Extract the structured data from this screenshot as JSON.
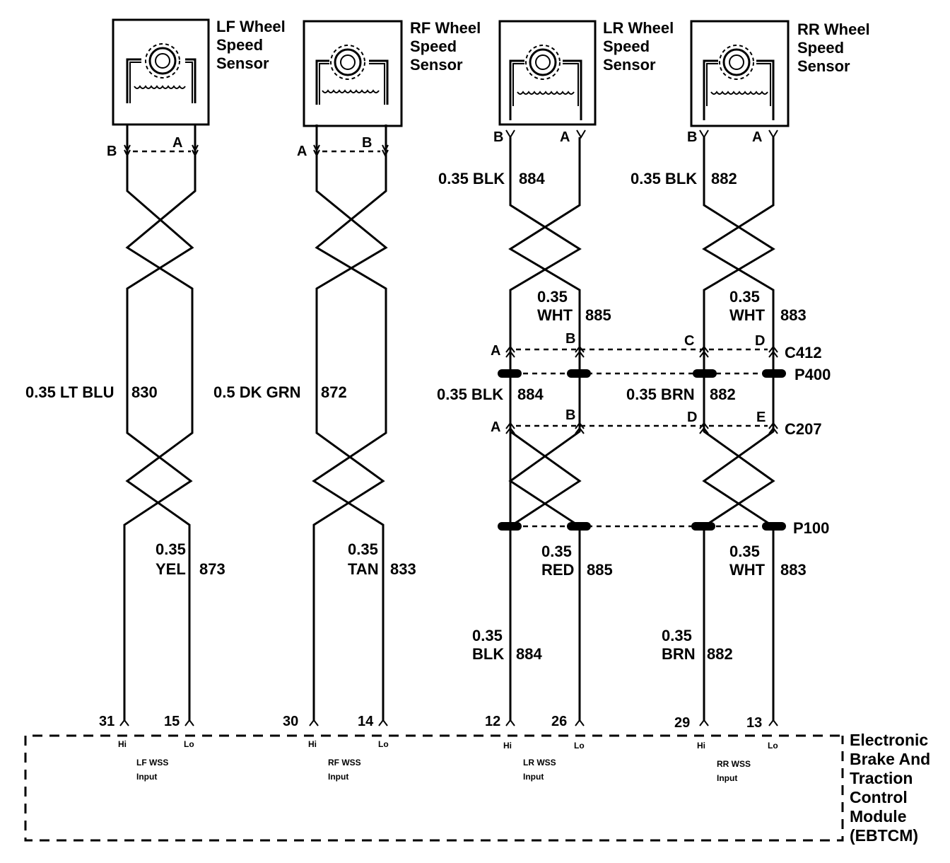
{
  "sensors": [
    {
      "name_lines": [
        "LF Wheel",
        "Speed",
        "Sensor"
      ]
    },
    {
      "name_lines": [
        "RF Wheel",
        "Speed",
        "Sensor"
      ]
    },
    {
      "name_lines": [
        "LR Wheel",
        "Speed",
        "Sensor"
      ]
    },
    {
      "name_lines": [
        "RR Wheel",
        "Speed",
        "Sensor"
      ]
    }
  ],
  "sensor_pins": {
    "lf": [
      "B",
      "A"
    ],
    "rf": [
      "A",
      "B"
    ],
    "lr": [
      "B",
      "A"
    ],
    "rr": [
      "B",
      "A"
    ]
  },
  "wire_labels": {
    "lf_mid": "0.35  LT BLU",
    "lf_mid_num": "830",
    "lf_low_size": "0.35",
    "lf_low_color": "YEL",
    "lf_low_num": "873",
    "rf_mid": "0.5  DK GRN",
    "rf_mid_num": "872",
    "rf_low_size": "0.35",
    "rf_low_color": "TAN",
    "rf_low_num": "833",
    "lr_top": "0.35 BLK",
    "lr_top_num": "884",
    "lr_upper_size": "0.35",
    "lr_upper_color": "WHT",
    "lr_upper_num": "885",
    "lr_mid": "0.35 BLK",
    "lr_mid_num": "884",
    "lr_red_size": "0.35",
    "lr_red_color": "RED",
    "lr_red_num": "885",
    "lr_low_size": "0.35",
    "lr_low_color": "BLK",
    "lr_low_num": "884",
    "rr_top": "0.35 BLK",
    "rr_top_num": "882",
    "rr_upper_size": "0.35",
    "rr_upper_color": "WHT",
    "rr_upper_num": "883",
    "rr_mid": "0.35 BRN",
    "rr_mid_num": "882",
    "rr_wht_size": "0.35",
    "rr_wht_color": "WHT",
    "rr_wht_num": "883",
    "rr_low_size": "0.35",
    "rr_low_color": "BRN",
    "rr_low_num": "882"
  },
  "connectors": {
    "c412": {
      "name": "C412",
      "pins": [
        "A",
        "B",
        "C",
        "D"
      ]
    },
    "p400": {
      "name": "P400"
    },
    "c207": {
      "name": "C207",
      "pins": [
        "A",
        "B",
        "D",
        "E"
      ]
    },
    "p100": {
      "name": "P100"
    }
  },
  "module_pins": [
    {
      "hi": "31",
      "lo": "15",
      "hi_label": "Hi",
      "lo_label": "Lo",
      "input_lines": [
        "LF WSS",
        "Input"
      ]
    },
    {
      "hi": "30",
      "lo": "14",
      "hi_label": "Hi",
      "lo_label": "Lo",
      "input_lines": [
        "RF WSS",
        "Input"
      ]
    },
    {
      "hi": "12",
      "lo": "26",
      "hi_label": "Hi",
      "lo_label": "Lo",
      "input_lines": [
        "LR WSS",
        "Input"
      ]
    },
    {
      "hi": "29",
      "lo": "13",
      "hi_label": "Hi",
      "lo_label": "Lo",
      "input_lines": [
        "RR WSS",
        "Input"
      ]
    }
  ],
  "module_name_lines": [
    "Electronic",
    "Brake And",
    "Traction",
    "Control",
    "Module",
    "(EBTCM)"
  ]
}
